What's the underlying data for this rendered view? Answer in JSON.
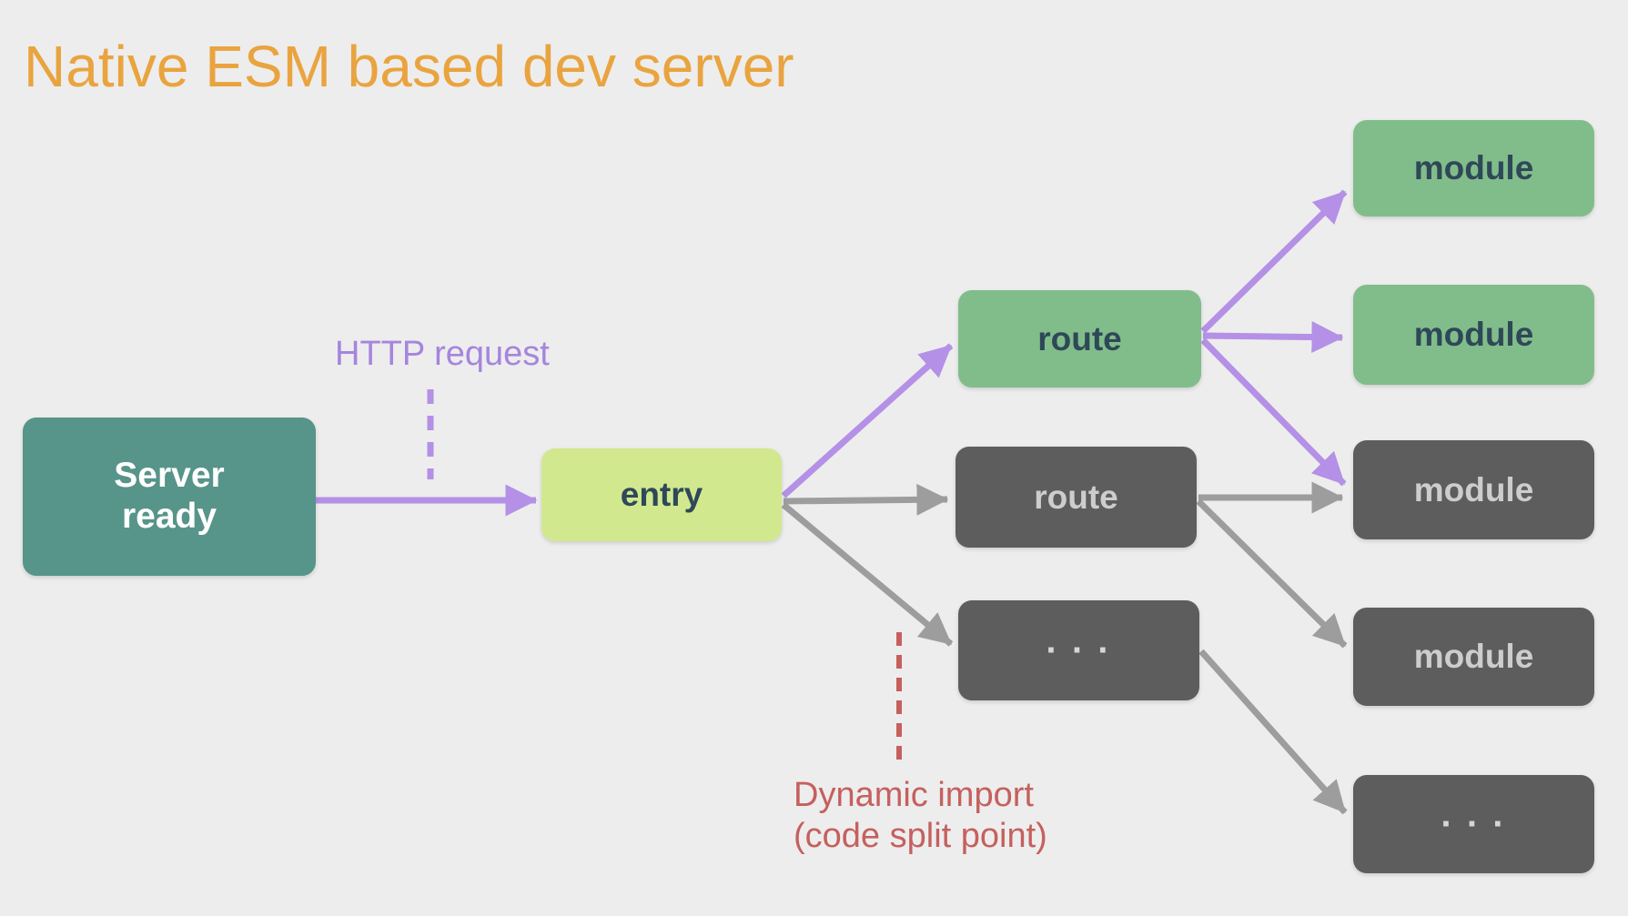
{
  "title": {
    "text": "Native ESM based dev server"
  },
  "colors": {
    "background": "#ededed",
    "title": "#e9a43f",
    "teal": "#57948a",
    "lime": "#d2e88f",
    "green": "#81bd8b",
    "dark_gray": "#5d5d5d",
    "text_on_teal": "#ffffff",
    "text_on_green": "#2f4858",
    "text_on_gray": "#cdcdcd",
    "dots_gray": "#d6d6d6",
    "edge_purple": "#b490e6",
    "edge_gray": "#9d9d9d",
    "label_purple": "#a585dd",
    "label_red": "#c5605e"
  },
  "nodes": {
    "server": {
      "lines": [
        "Server",
        "ready"
      ]
    },
    "entry": {
      "label": "entry"
    },
    "route_green": {
      "label": "route"
    },
    "route_gray": {
      "label": "route"
    },
    "dots_mid": {
      "label": "· · ·"
    },
    "module_1": {
      "label": "module"
    },
    "module_2": {
      "label": "module"
    },
    "module_3": {
      "label": "module"
    },
    "module_4": {
      "label": "module"
    },
    "dots_end": {
      "label": "· · ·"
    }
  },
  "annotations": {
    "http_request": {
      "text": "HTTP request"
    },
    "dynamic_import": {
      "lines": [
        "Dynamic import",
        "(code split point)"
      ]
    }
  }
}
